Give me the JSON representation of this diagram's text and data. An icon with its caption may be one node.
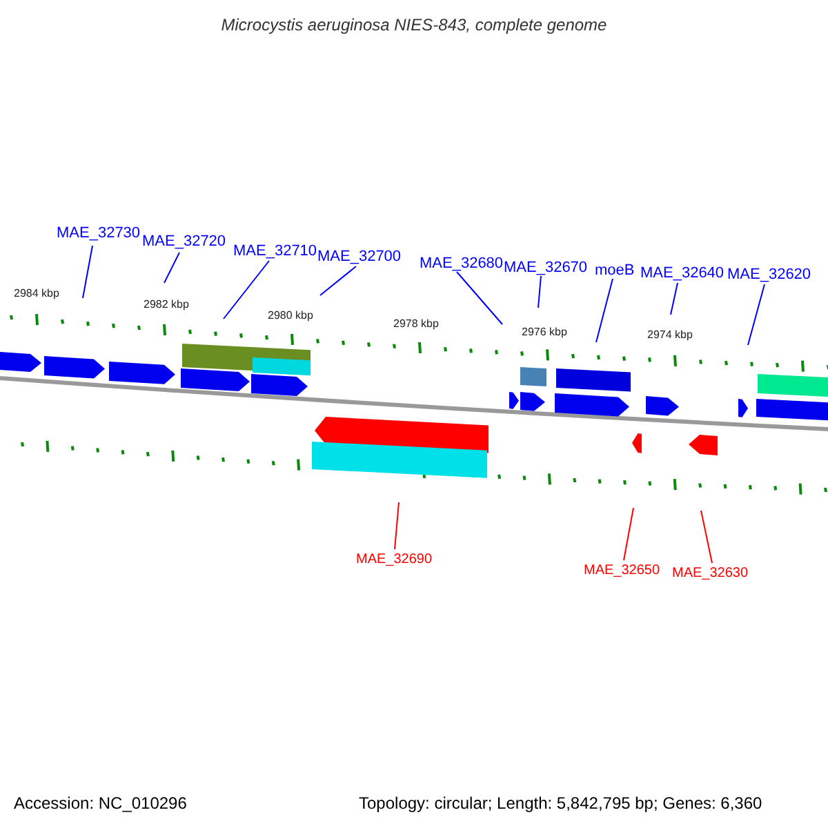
{
  "diagram": {
    "title": "Microcystis aeruginosa NIES-843, complete genome",
    "nodes": [
      {
        "text": [
          "MAE_32730"
        ]
      },
      {
        "text": [
          "MAE_32720"
        ]
      },
      {
        "text": [
          "MAE_32710"
        ]
      },
      {
        "text": [
          "MAE_32700"
        ]
      },
      {
        "text": [
          "MAE_32680"
        ]
      },
      {
        "text": [
          "MAE_32670"
        ]
      },
      {
        "text": [
          "moeB"
        ]
      },
      {
        "text": [
          "MAE_32640"
        ]
      },
      {
        "text": [
          "MAE_32620"
        ]
      },
      {
        "text": [
          "MAE_32690"
        ]
      },
      {
        "text": [
          "MAE_32650"
        ]
      },
      {
        "text": [
          "MAE_32630"
        ]
      }
    ],
    "edges": [
      {
        "from": 0,
        "to": null,
        "arrow": "none"
      },
      {
        "from": 1,
        "to": null,
        "arrow": "none"
      },
      {
        "from": 2,
        "to": null,
        "arrow": "none"
      },
      {
        "from": 3,
        "to": null,
        "arrow": "none"
      },
      {
        "from": 4,
        "to": null,
        "arrow": "none"
      },
      {
        "from": 5,
        "to": null,
        "arrow": "none"
      },
      {
        "from": 6,
        "to": null,
        "arrow": "none"
      },
      {
        "from": 7,
        "to": null,
        "arrow": "none"
      },
      {
        "from": 8,
        "to": null,
        "arrow": "none"
      },
      {
        "from": 9,
        "to": null,
        "arrow": "none",
        "color": "#ff0000"
      },
      {
        "from": 10,
        "to": null,
        "arrow": "none",
        "color": "#ff0000"
      },
      {
        "from": 11,
        "to": null,
        "arrow": "none",
        "color": "#ff0000"
      }
    ],
    "labels": [
      "2984 kbp",
      "2982 kbp",
      "2980 kbp",
      "2978 kbp",
      "2976 kbp",
      "2974 kbp",
      "Accession: NC_010296",
      "Topology: circular; Length: 5,842,795 bp; Genes: 6,360"
    ]
  }
}
